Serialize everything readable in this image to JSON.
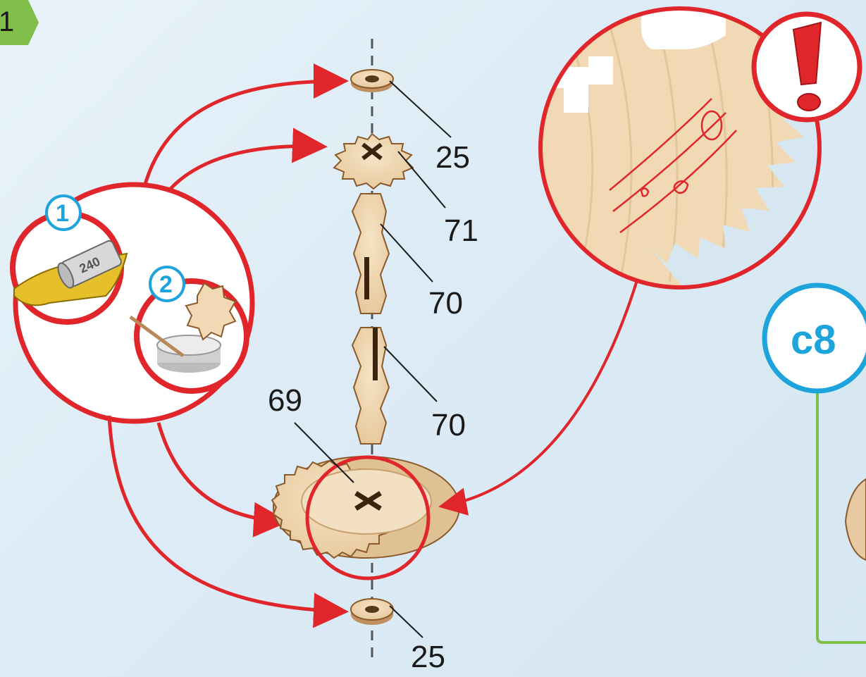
{
  "step": {
    "number": "1",
    "badge_color": "#7fbf4a"
  },
  "next_step": {
    "label": "c8",
    "color": "#1ea4dc"
  },
  "tips": [
    {
      "number": "1",
      "icon": "sandpaper-icon",
      "text": "240"
    },
    {
      "number": "2",
      "icon": "glue-pot-icon"
    }
  ],
  "parts": [
    {
      "id": "part-25-top",
      "label": "25"
    },
    {
      "id": "part-71",
      "label": "71"
    },
    {
      "id": "part-70-a",
      "label": "70"
    },
    {
      "id": "part-70-b",
      "label": "70"
    },
    {
      "id": "part-69",
      "label": "69"
    },
    {
      "id": "part-25-bottom",
      "label": "25"
    }
  ],
  "colors": {
    "arrow": "#e0262b",
    "wood": "#f1d9b5",
    "wood_edge": "#8a5a2b",
    "accent": "#1ea4dc",
    "frame": "#7fbf4a"
  }
}
